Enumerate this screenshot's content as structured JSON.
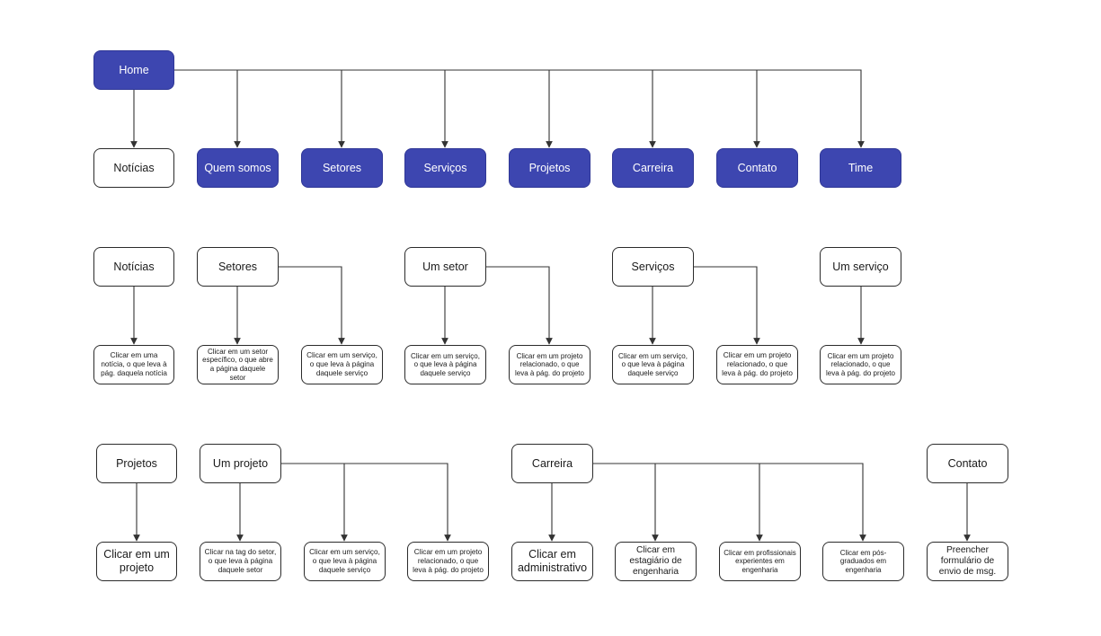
{
  "colors": {
    "accent": "#3d46b0",
    "border": "#2b2b2b",
    "line": "#333333",
    "background": "#ffffff"
  },
  "nodes": {
    "home": "Home",
    "noticias": "Notícias",
    "quem_somos": "Quem somos",
    "setores": "Setores",
    "servicos": "Serviços",
    "projetos": "Projetos",
    "carreira": "Carreira",
    "contato": "Contato",
    "time": "Time",
    "r2_noticias": "Notícias",
    "r2_setores": "Setores",
    "r2_um_setor": "Um setor",
    "r2_servicos": "Serviços",
    "r2_um_servico": "Um serviço",
    "d_noticias": "Clicar em uma notícia, o que leva à pág. daquela notícia",
    "d_setores_1": "Clicar em um setor específico, o que abre a página daquele setor",
    "d_setores_2": "Clicar em um serviço, o que leva à página daquele serviço",
    "d_um_setor_1": "Clicar em um serviço, o que leva à página daquele serviço",
    "d_um_setor_2": "Clicar em um projeto relacionado, o que leva à pág. do projeto",
    "d_servicos_1": "Clicar em um serviço, o que leva à página daquele serviço",
    "d_servicos_2": "Clicar em um projeto relacionado, o que leva à pág. do projeto",
    "d_um_servico": "Clicar em um projeto relacionado, o que leva à pág. do projeto",
    "r3_projetos": "Projetos",
    "r3_um_projeto": "Um projeto",
    "r3_carreira": "Carreira",
    "r3_contato": "Contato",
    "d_projetos": "Clicar em um projeto",
    "d_um_projeto_1": "Clicar na tag do setor, o que leva à página daquele setor",
    "d_um_projeto_2": "Clicar em um serviço, o que leva à página daquele serviço",
    "d_um_projeto_3": "Clicar em um projeto relacionado, o que leva à pág. do projeto",
    "d_carreira_1": "Clicar em administrativo",
    "d_carreira_2": "Clicar em estagiário de engenharia",
    "d_carreira_3": "Clicar em profissionais experientes em engenharia",
    "d_carreira_4": "Clicar em pós-graduados em engenharia",
    "d_contato": "Preencher formulário de envio de msg."
  }
}
